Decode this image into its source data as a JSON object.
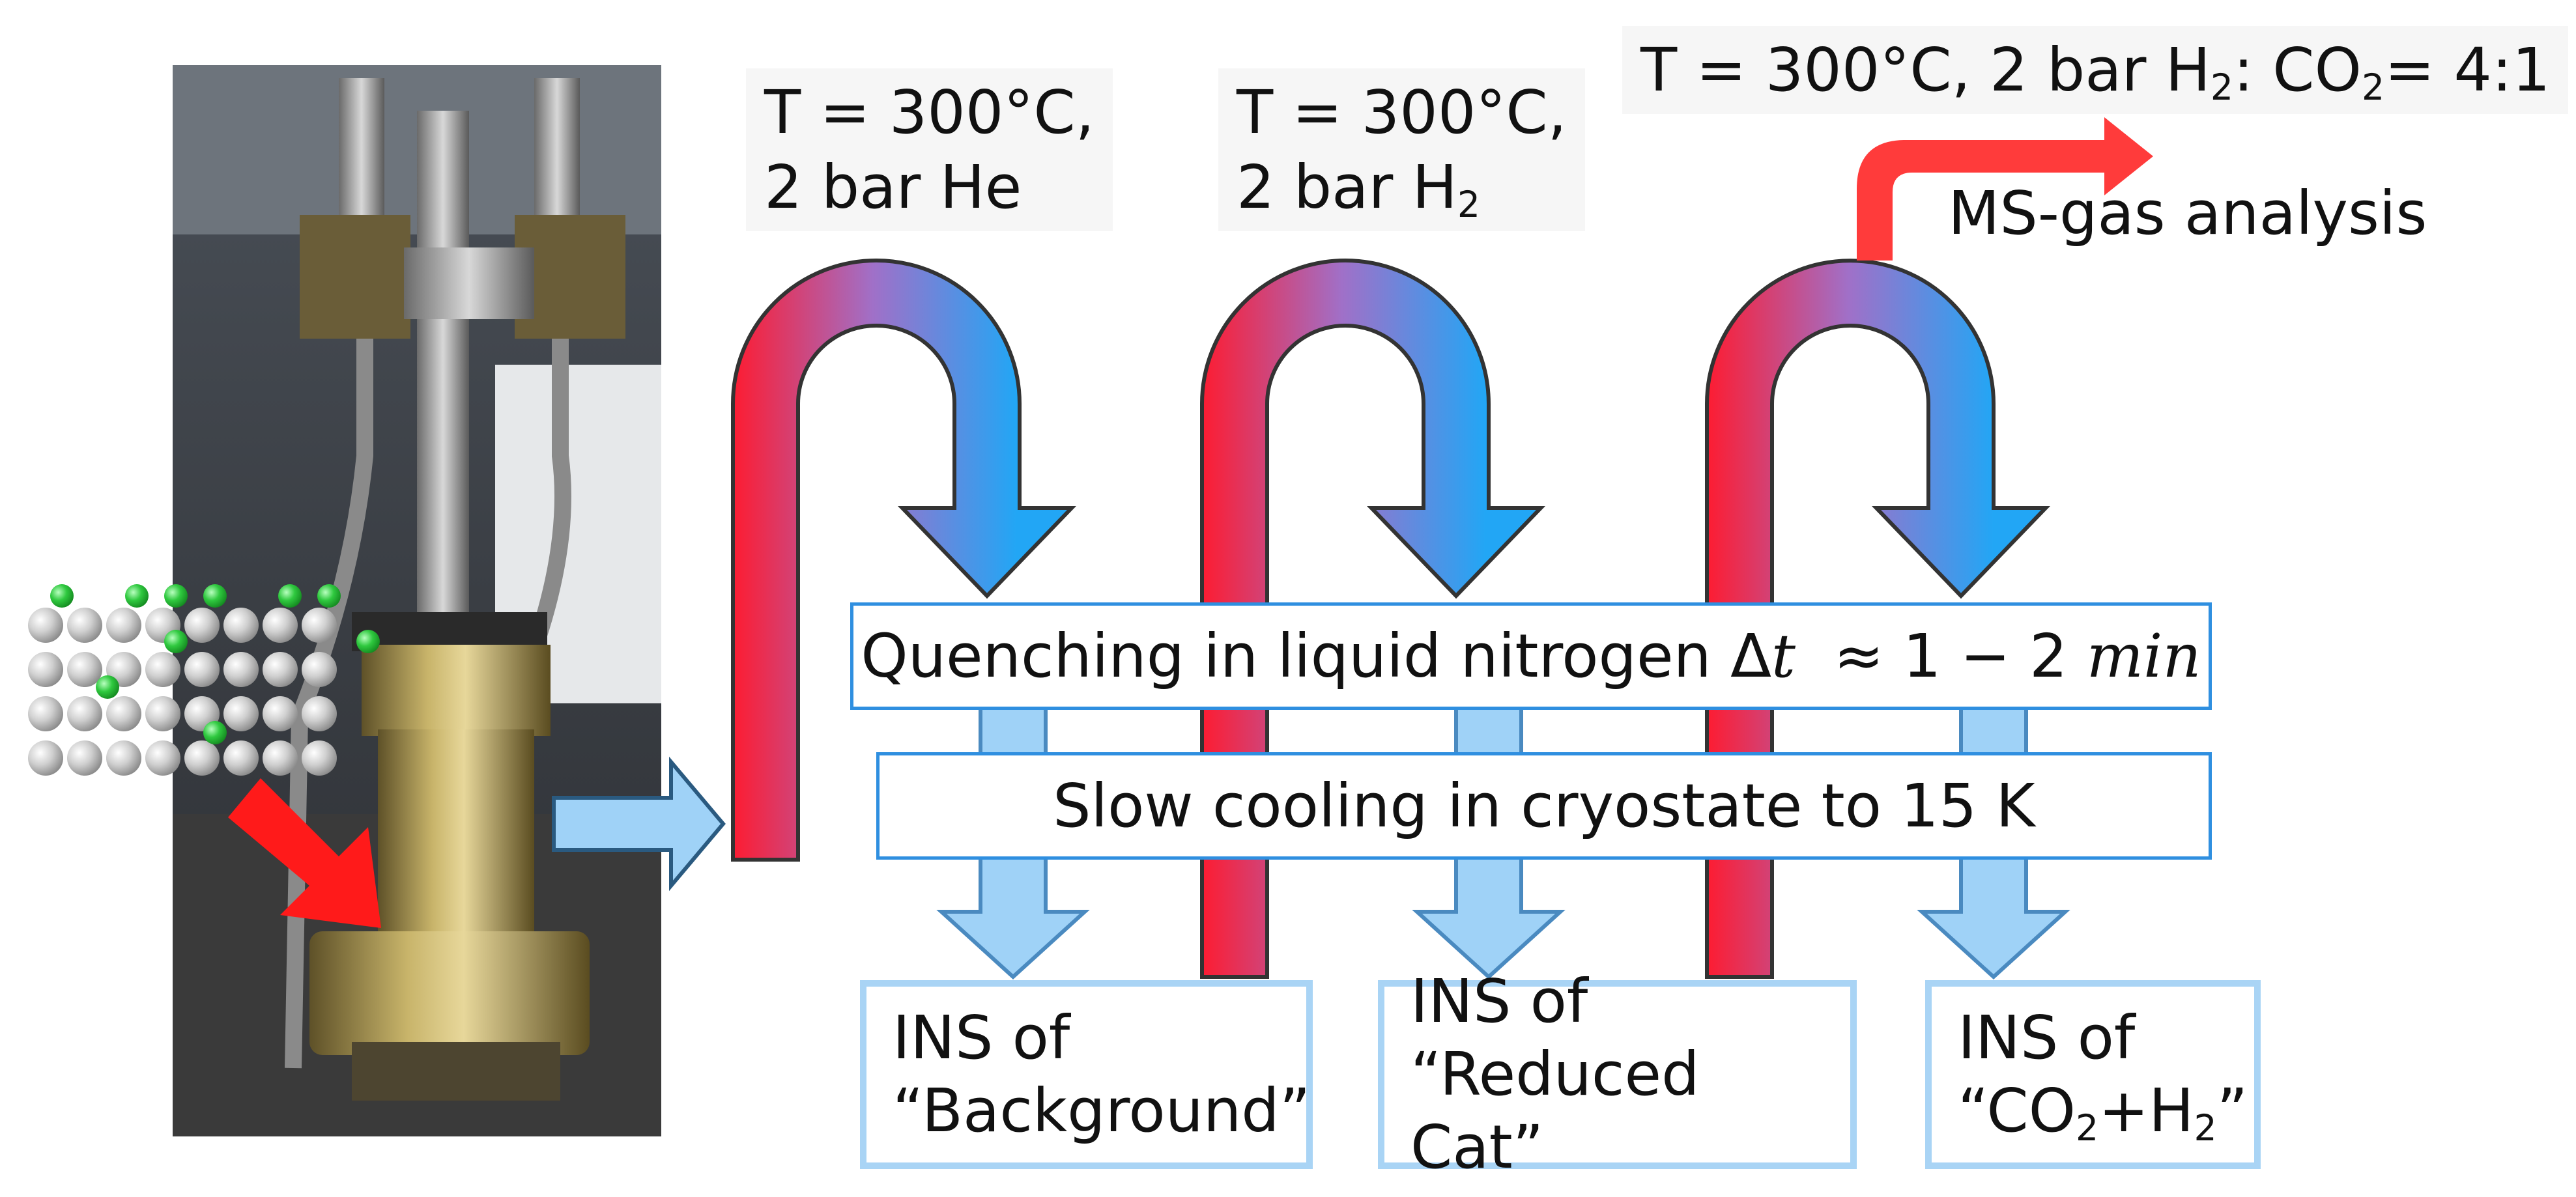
{
  "conditions": {
    "step1": {
      "line1": "T = 300°C,",
      "line2_pre": "2 bar He",
      "line2_sub": ""
    },
    "step2": {
      "line1": "T = 300°C,",
      "line2_pre": "2 bar H",
      "line2_sub": "2"
    },
    "step3": {
      "pre": "T = 300°C, 2 bar H",
      "sub1": "2",
      "mid": ": CO",
      "sub2": "2",
      "post": "= 4:1"
    }
  },
  "ms_label": "MS-gas analysis",
  "quench": {
    "text": "Quenching in liquid nitrogen Δ",
    "t": "t",
    "approx": "≈ 1 − 2",
    "unit": "min"
  },
  "cooling": "Slow cooling in cryostate to 15 K",
  "outputs": [
    {
      "line1": "INS of",
      "line2": "“Background”"
    },
    {
      "line1": "INS of",
      "line2": "“Reduced Cat”"
    },
    {
      "line1": "INS of",
      "line2_pre": "“CO",
      "line2_sub1": "2",
      "line2_mid": "+H",
      "line2_sub2": "2",
      "line2_post": "”"
    }
  ],
  "colors": {
    "hot": "#ff1a2e",
    "cold": "#22a6f5",
    "light_arrow": "#9fd2f7",
    "box_border": "#2f8fe0",
    "ms_arrow": "#ff3b3b",
    "catalyst_atom": "#d0d0d0",
    "adsorbate_atom": "#2fc93f"
  }
}
